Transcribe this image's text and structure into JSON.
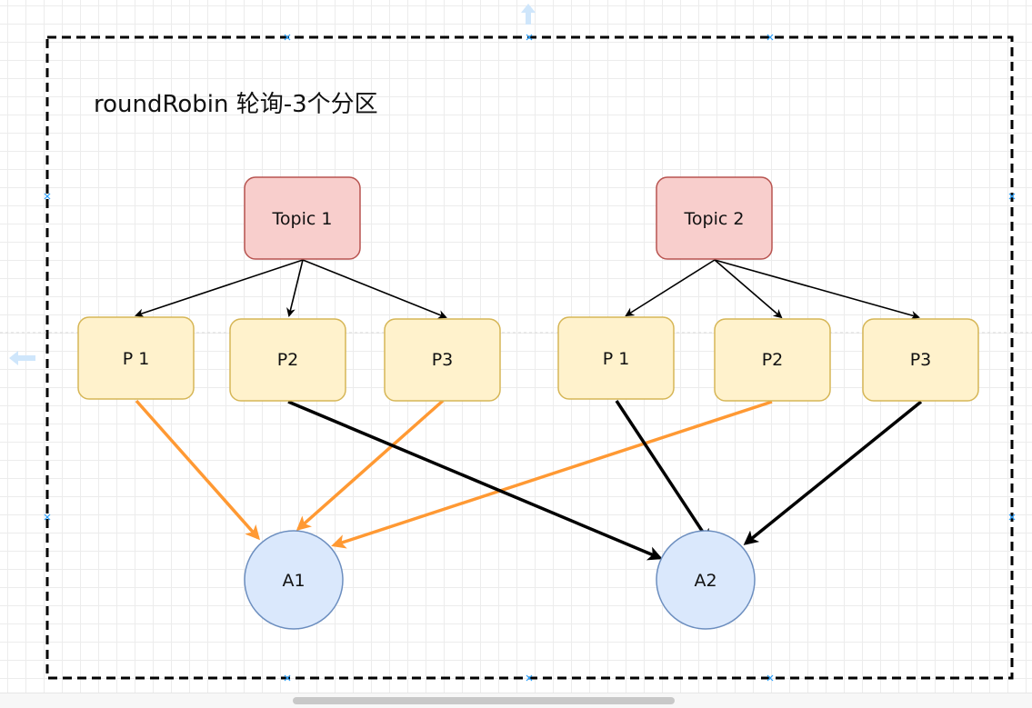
{
  "title": "roundRobin 轮询-3个分区",
  "topics": [
    {
      "label": "Topic 1"
    },
    {
      "label": "Topic 2"
    }
  ],
  "partitions": [
    {
      "label": "P 1"
    },
    {
      "label": "P2"
    },
    {
      "label": "P3"
    },
    {
      "label": "P 1"
    },
    {
      "label": "P2"
    },
    {
      "label": "P3"
    }
  ],
  "consumers": [
    {
      "label": "A1"
    },
    {
      "label": "A2"
    }
  ],
  "colors": {
    "topic_fill": "#f8cecc",
    "topic_stroke": "#b85450",
    "partition_fill": "#fff2cc",
    "partition_stroke": "#d6b656",
    "consumer_fill": "#dae8fc",
    "consumer_stroke": "#6c8ebf",
    "edge_default": "#000000",
    "edge_a1": "#ff9933",
    "edge_a2": "#000000",
    "container_border": "#000000",
    "grid": "#ececec"
  }
}
